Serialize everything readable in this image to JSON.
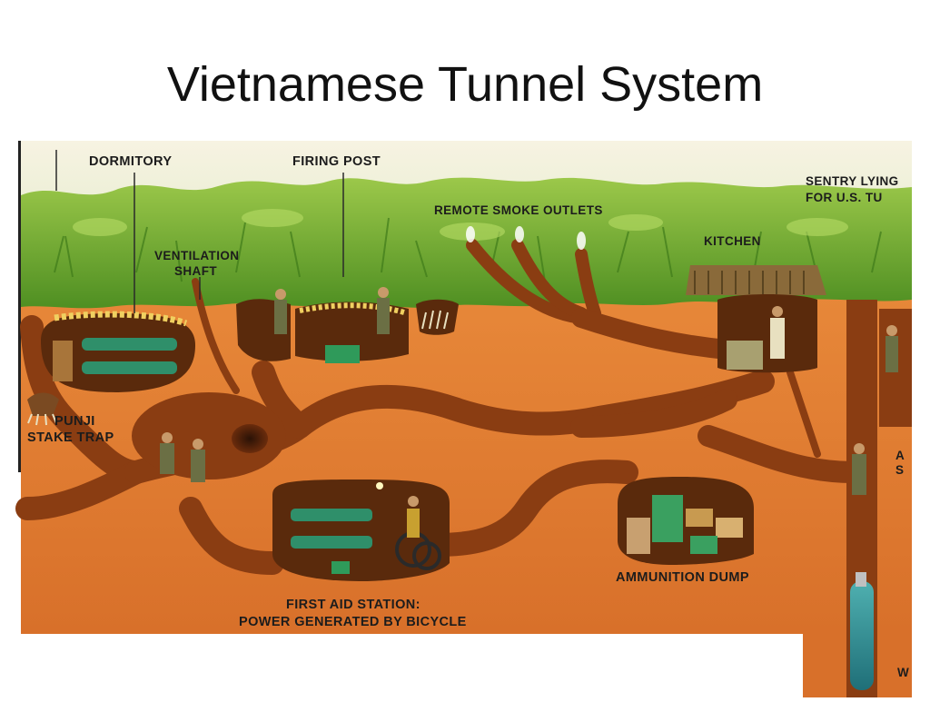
{
  "title": "Vietnamese Tunnel System",
  "labels": {
    "dormitory": "DORMITORY",
    "firing_post": "FIRING POST",
    "remote_smoke": "REMOTE SMOKE OUTLETS",
    "sentry_line1": "SENTRY LYING",
    "sentry_line2": "FOR U.S. TU",
    "ventilation_line1": "VENTILATION",
    "ventilation_line2": "SHAFT",
    "kitchen": "KITCHEN",
    "punji_line1": "PUNJI",
    "punji_line2": "STAKE TRAP",
    "ammunition": "AMMUNITION DUMP",
    "first_aid_line1": "FIRST AID STATION:",
    "first_aid_line2": "POWER GENERATED BY BICYCLE",
    "edge_a": "A",
    "edge_s": "S",
    "edge_w": "W"
  },
  "colors": {
    "soil": "#e07a2c",
    "tunnel": "#8a3d12",
    "jungle": "#6fae2e",
    "water": "#2e8a8f"
  }
}
